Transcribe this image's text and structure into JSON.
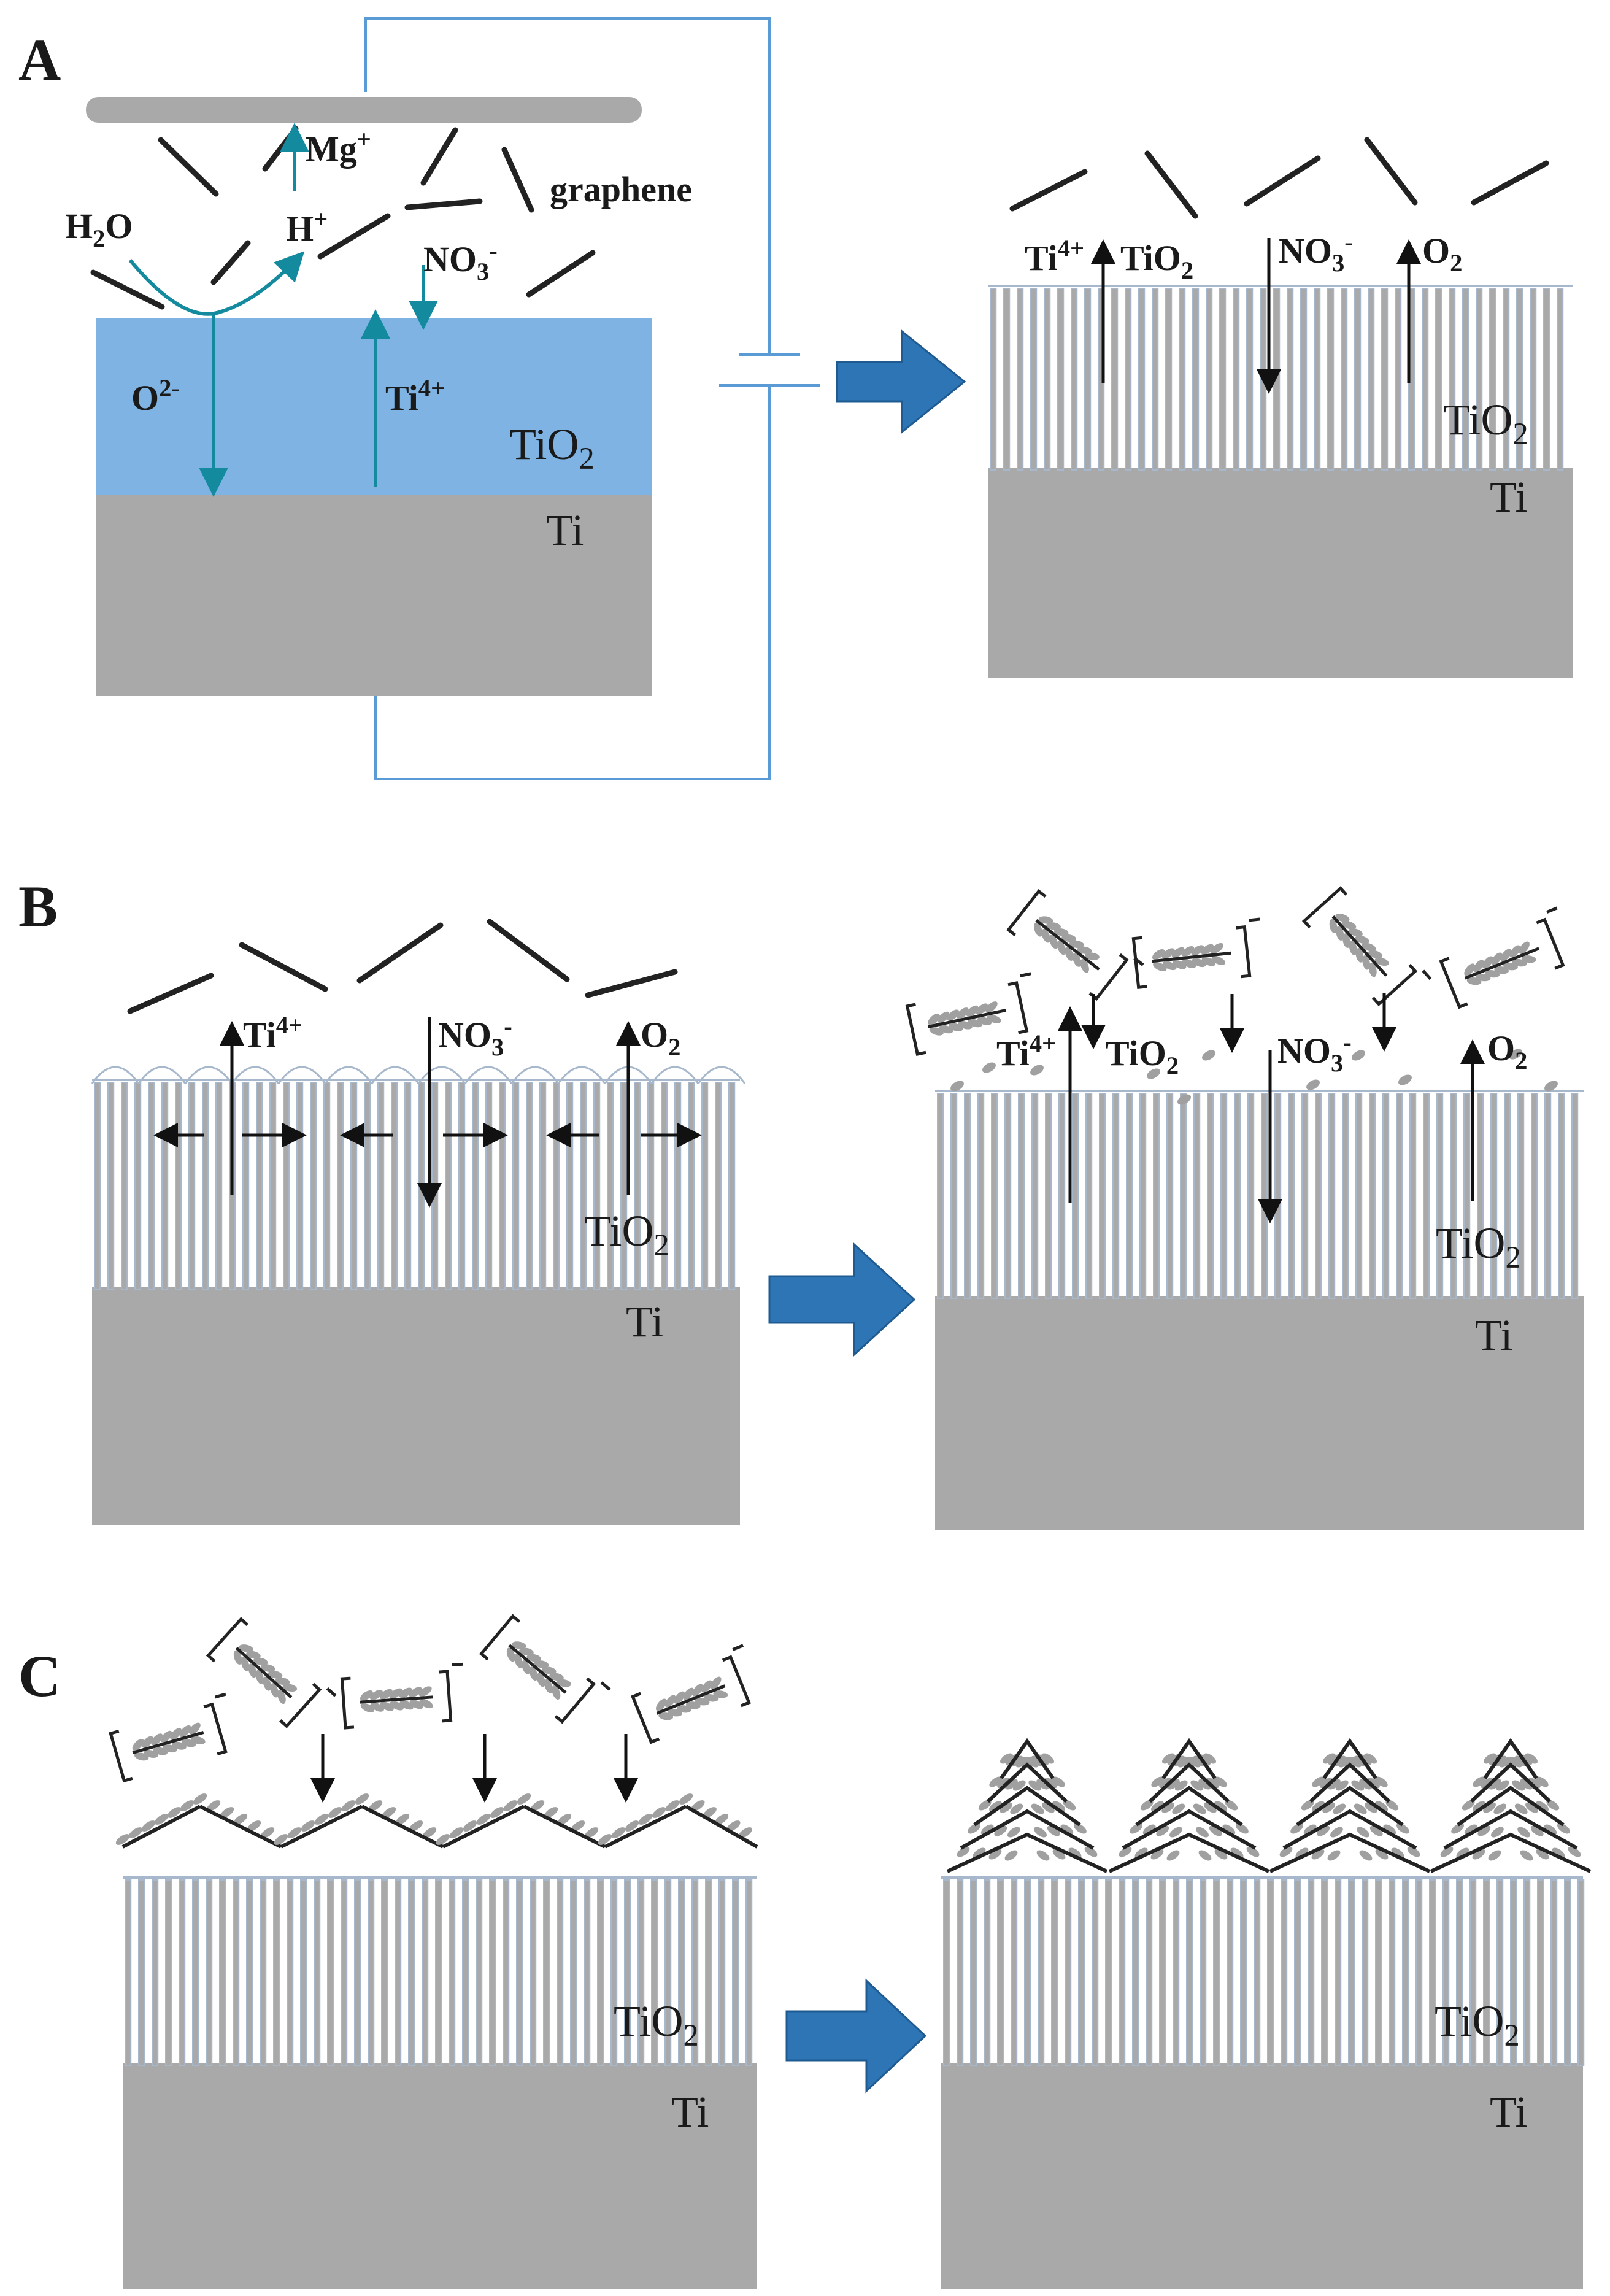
{
  "panels": {
    "a": {
      "letter": "A",
      "left": {
        "mg": {
          "base": "Mg",
          "sup": "+"
        },
        "graphene": "graphene",
        "h2o": {
          "a": "H",
          "sub": "2",
          "b": "O"
        },
        "hplus": {
          "base": "H",
          "sup": "+"
        },
        "no3": {
          "a": "NO",
          "sub": "3",
          "sup": "-"
        },
        "o2minus": {
          "base": "O",
          "sup": "2-"
        },
        "ti4": {
          "base": "Ti",
          "sup": "4+"
        },
        "tio2": {
          "a": "TiO",
          "sub": "2"
        },
        "ti": "Ti"
      },
      "right": {
        "ti4": {
          "base": "Ti",
          "sup": "4+"
        },
        "tio2_top": {
          "a": "TiO",
          "sub": "2"
        },
        "no3": {
          "a": "NO",
          "sub": "3",
          "sup": "-"
        },
        "o2": {
          "a": "O",
          "sub": "2"
        },
        "tio2": {
          "a": "TiO",
          "sub": "2"
        },
        "ti": "Ti"
      }
    },
    "b": {
      "letter": "B",
      "left": {
        "ti4": {
          "base": "Ti",
          "sup": "4+"
        },
        "no3": {
          "a": "NO",
          "sub": "3",
          "sup": "-"
        },
        "o2": {
          "a": "O",
          "sub": "2"
        },
        "tio2": {
          "a": "TiO",
          "sub": "2"
        },
        "ti": "Ti"
      },
      "right": {
        "ti4": {
          "base": "Ti",
          "sup": "4+"
        },
        "tio2_top": {
          "a": "TiO",
          "sub": "2"
        },
        "no3": {
          "a": "NO",
          "sub": "3",
          "sup": "-"
        },
        "o2": {
          "a": "O",
          "sub": "2"
        },
        "tio2": {
          "a": "TiO",
          "sub": "2"
        },
        "ti": "Ti"
      }
    },
    "c": {
      "letter": "C",
      "left": {
        "tio2": {
          "a": "TiO",
          "sub": "2"
        },
        "ti": "Ti"
      },
      "right": {
        "tio2": {
          "a": "TiO",
          "sub": "2"
        },
        "ti": "Ti"
      }
    }
  },
  "colors": {
    "substrate": "#a9a9a9",
    "oxide_blue": "#7fb3e3",
    "teal": "#138a9e",
    "arrow_blue": "#2e75b6",
    "tube_stroke": "#a7b8cc",
    "tube_fill": "#a9a9a9",
    "graphene": "#222222",
    "flake": "#a0a0a0",
    "wire": "#5b9bd5"
  }
}
